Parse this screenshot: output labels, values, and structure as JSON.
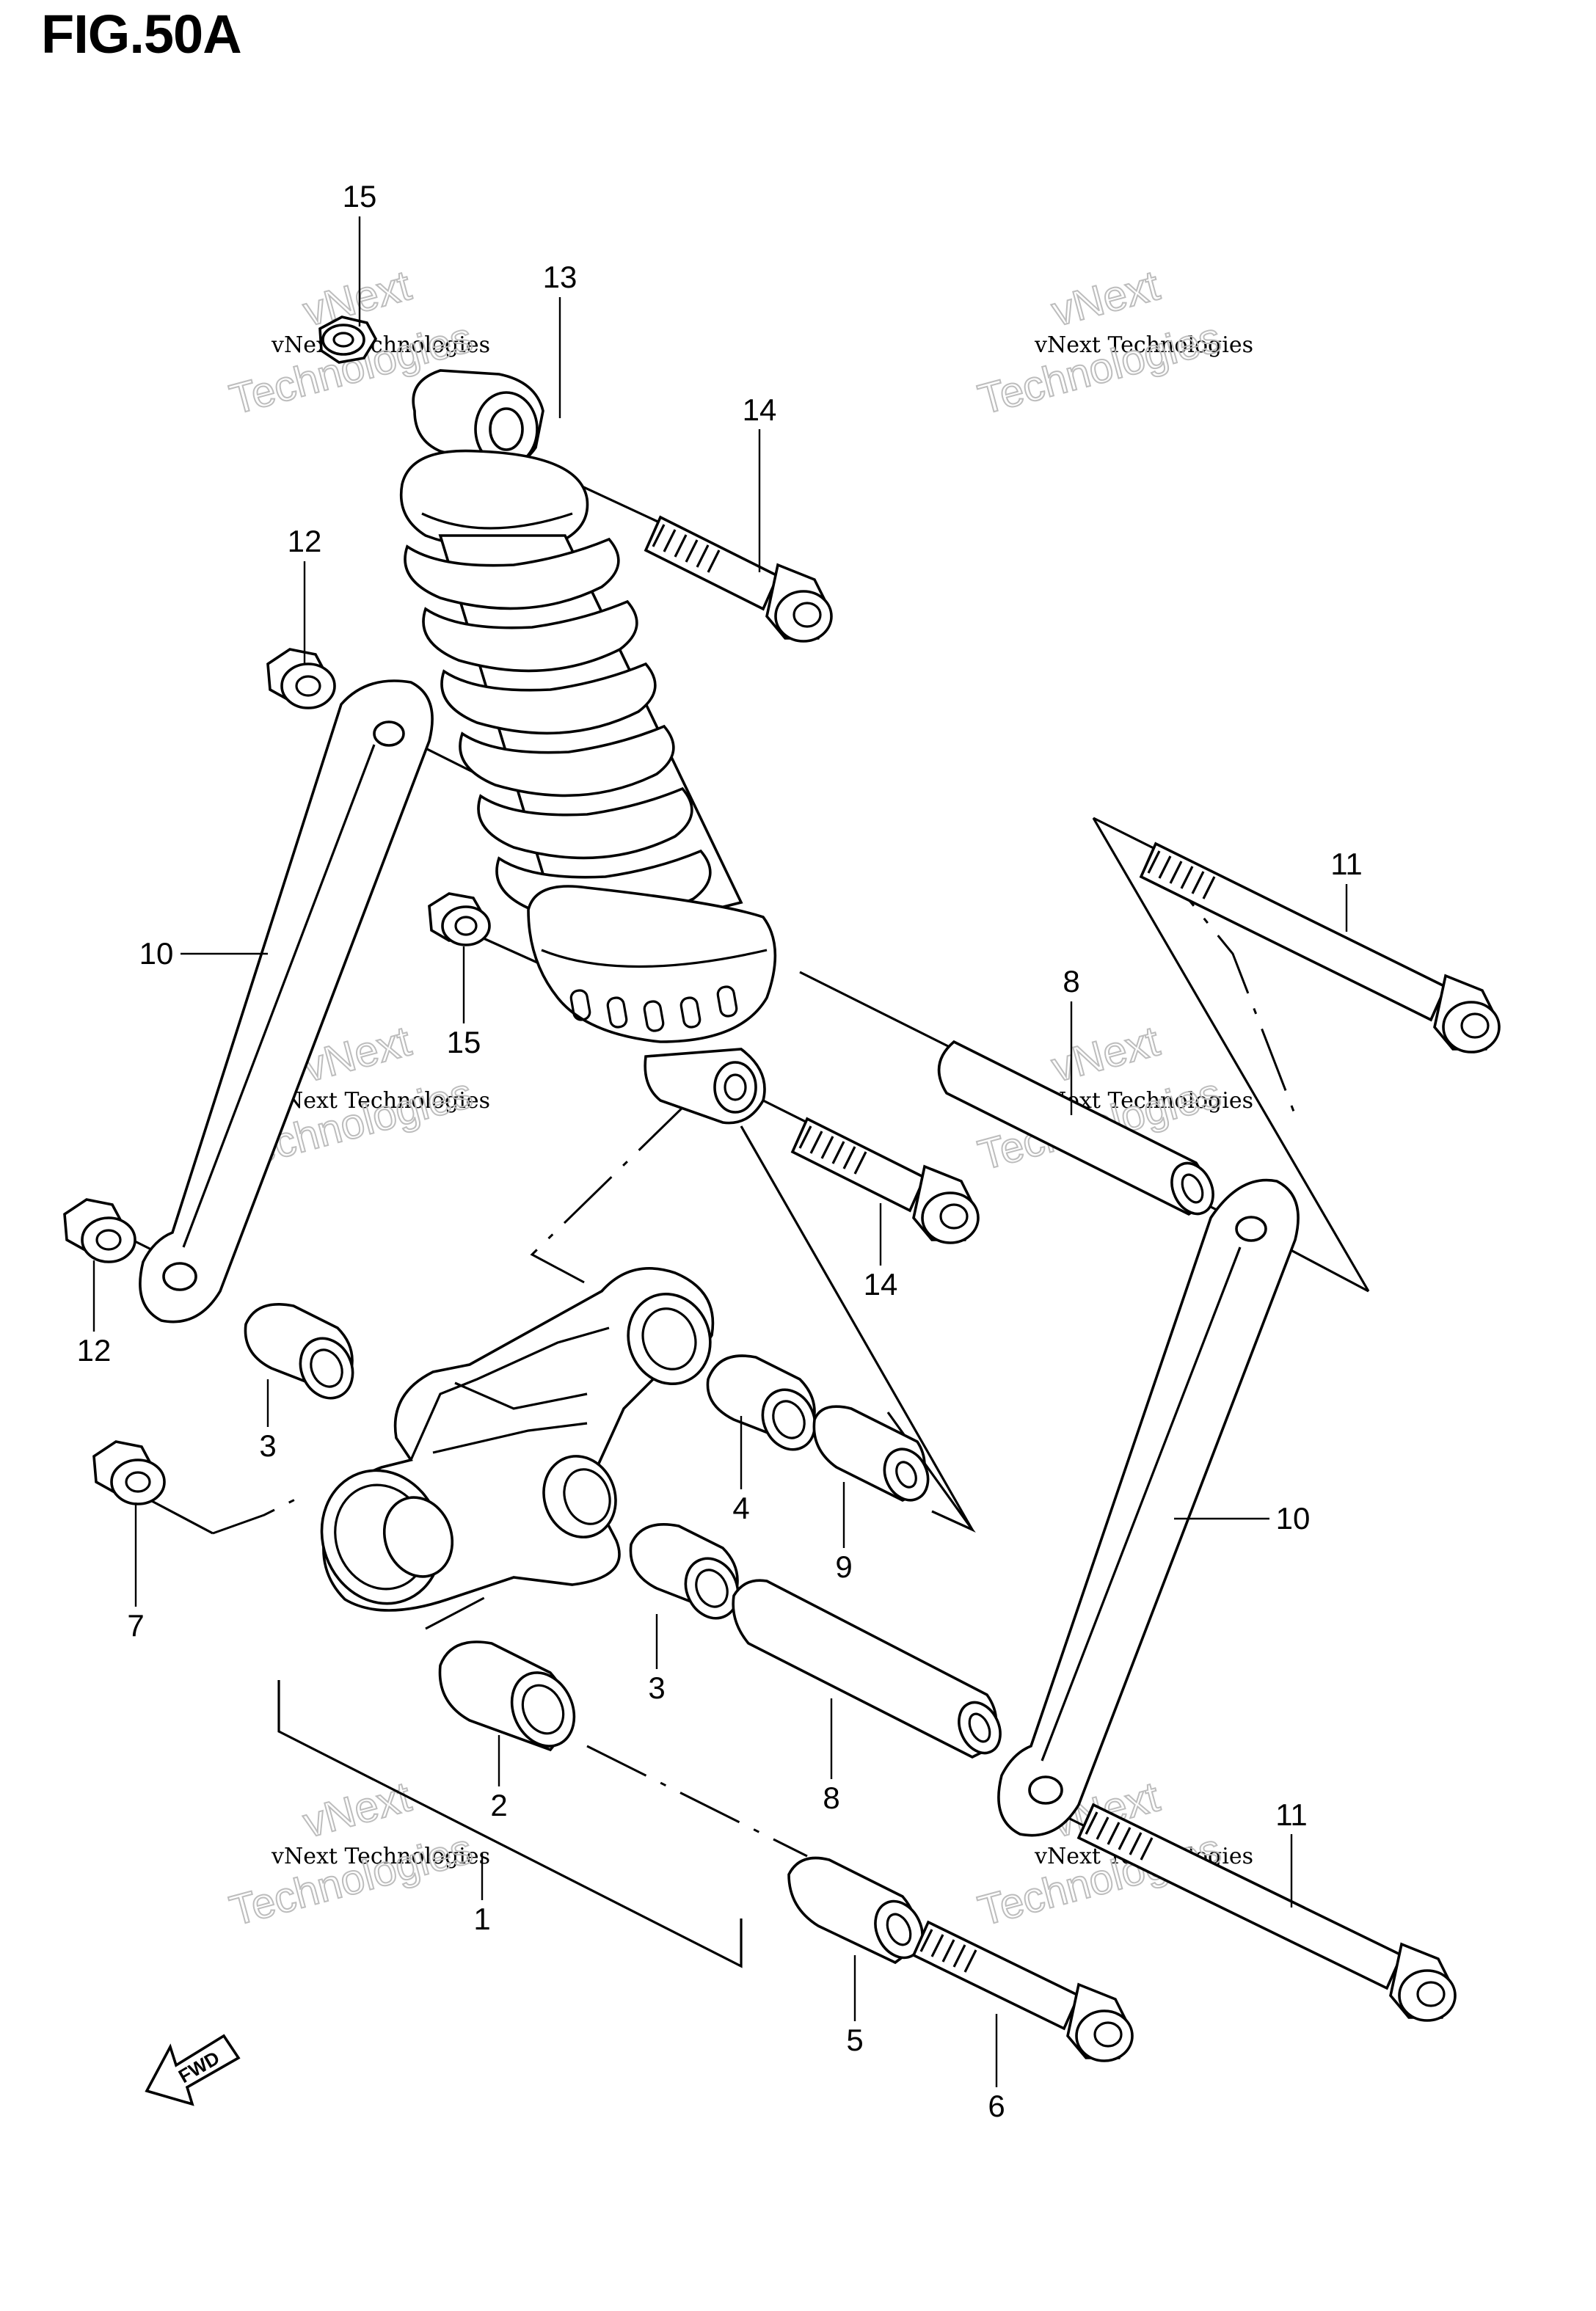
{
  "figure": {
    "title": "FIG.50A"
  },
  "callouts": [
    "15",
    "13",
    "14",
    "12",
    "10",
    "15",
    "8",
    "11",
    "14",
    "12",
    "3",
    "4",
    "9",
    "10",
    "7",
    "3",
    "8",
    "2",
    "1",
    "11",
    "5",
    "6"
  ],
  "watermark": {
    "line1": "vNext Technologies",
    "line2": "Technologies",
    "line3": "vNext"
  },
  "fwd_arrow": {
    "label": "FWD"
  }
}
